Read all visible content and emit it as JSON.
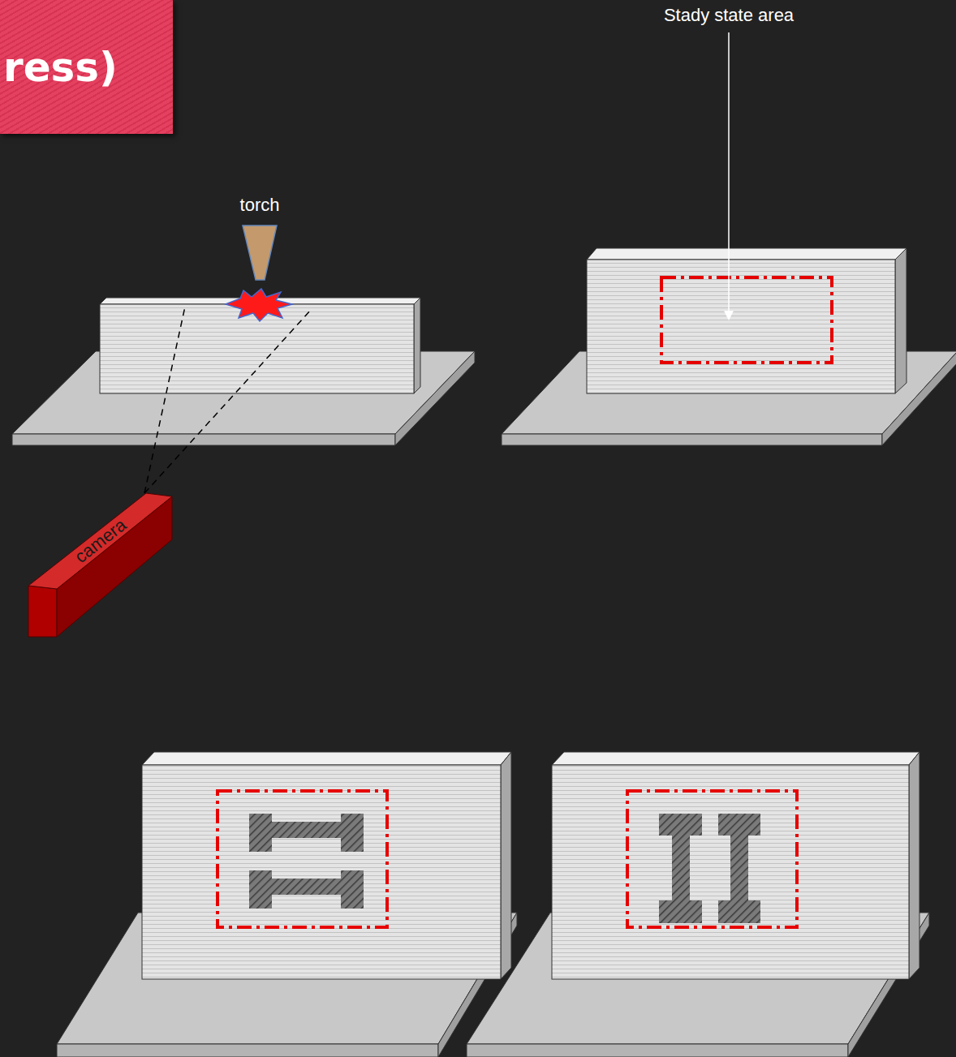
{
  "diagram": {
    "nodes": [
      {
        "text": [
          "ress)"
        ]
      },
      {
        "text": [
          "camera"
        ]
      }
    ],
    "labels": [
      "torch",
      "Stady state area"
    ]
  }
}
